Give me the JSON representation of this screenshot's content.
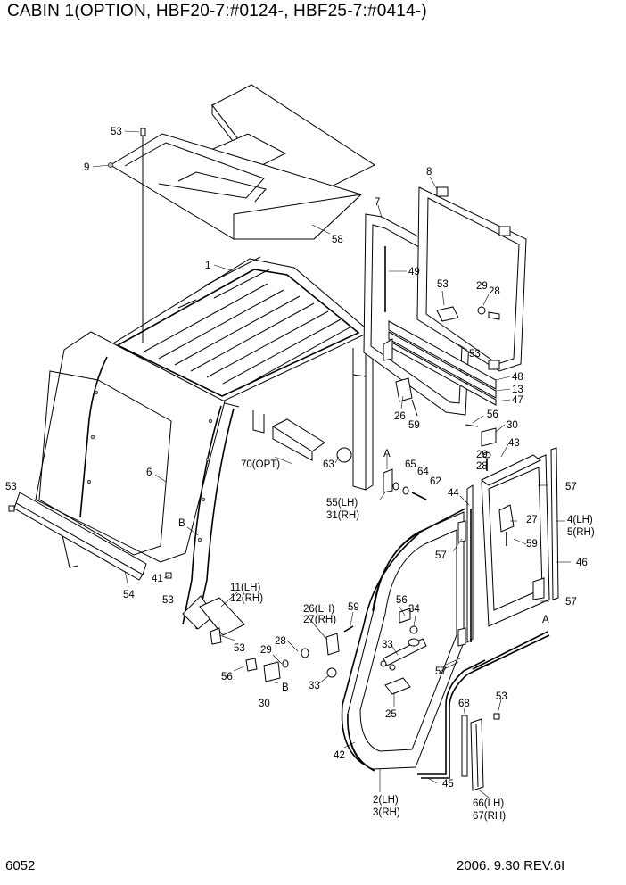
{
  "title": "CABIN 1(OPTION, HBF20-7:#0124-, HBF25-7:#0414-)",
  "footer": {
    "page_number": "6052",
    "date_revision": "2006. 9.30  REV.6I"
  },
  "callouts": [
    {
      "id": "c-53a",
      "text": "53"
    },
    {
      "id": "c-9",
      "text": "9"
    },
    {
      "id": "c-58",
      "text": "58"
    },
    {
      "id": "c-8",
      "text": "8"
    },
    {
      "id": "c-7",
      "text": "7"
    },
    {
      "id": "c-1",
      "text": "1"
    },
    {
      "id": "c-49",
      "text": "49"
    },
    {
      "id": "c-53b",
      "text": "53"
    },
    {
      "id": "c-29a",
      "text": "29"
    },
    {
      "id": "c-28a",
      "text": "28"
    },
    {
      "id": "c-53c",
      "text": "53"
    },
    {
      "id": "c-48",
      "text": "48"
    },
    {
      "id": "c-13",
      "text": "13"
    },
    {
      "id": "c-47",
      "text": "47"
    },
    {
      "id": "c-26a",
      "text": "26"
    },
    {
      "id": "c-59a",
      "text": "59"
    },
    {
      "id": "c-56a",
      "text": "56"
    },
    {
      "id": "c-30a",
      "text": "30"
    },
    {
      "id": "c-43",
      "text": "43"
    },
    {
      "id": "c-29b",
      "text": "29"
    },
    {
      "id": "c-28b",
      "text": "28"
    },
    {
      "id": "c-6",
      "text": "6"
    },
    {
      "id": "c-70",
      "text": "70(OPT)"
    },
    {
      "id": "c-63",
      "text": "63"
    },
    {
      "id": "c-Aa",
      "text": "A"
    },
    {
      "id": "c-65",
      "text": "65"
    },
    {
      "id": "c-64",
      "text": "64"
    },
    {
      "id": "c-62",
      "text": "62"
    },
    {
      "id": "c-44",
      "text": "44"
    },
    {
      "id": "c-57a",
      "text": "57"
    },
    {
      "id": "c-55",
      "text": "55(LH)"
    },
    {
      "id": "c-31",
      "text": "31(RH)"
    },
    {
      "id": "c-53d",
      "text": "53"
    },
    {
      "id": "c-27a",
      "text": "27"
    },
    {
      "id": "c-4",
      "text": "4(LH)"
    },
    {
      "id": "c-5",
      "text": "5(RH)"
    },
    {
      "id": "c-Ba",
      "text": "B"
    },
    {
      "id": "c-57b",
      "text": "57"
    },
    {
      "id": "c-59b",
      "text": "59"
    },
    {
      "id": "c-46",
      "text": "46"
    },
    {
      "id": "c-41",
      "text": "41"
    },
    {
      "id": "c-54",
      "text": "54"
    },
    {
      "id": "c-53e",
      "text": "53"
    },
    {
      "id": "c-11",
      "text": "11(LH)"
    },
    {
      "id": "c-12",
      "text": "12(RH)"
    },
    {
      "id": "c-26b",
      "text": "26(LH)"
    },
    {
      "id": "c-27b",
      "text": "27(RH)"
    },
    {
      "id": "c-59c",
      "text": "59"
    },
    {
      "id": "c-56b",
      "text": "56"
    },
    {
      "id": "c-34",
      "text": "34"
    },
    {
      "id": "c-57c",
      "text": "57"
    },
    {
      "id": "c-Ab",
      "text": "A"
    },
    {
      "id": "c-53f",
      "text": "53"
    },
    {
      "id": "c-28c",
      "text": "28"
    },
    {
      "id": "c-29c",
      "text": "29"
    },
    {
      "id": "c-33a",
      "text": "33"
    },
    {
      "id": "c-56c",
      "text": "56"
    },
    {
      "id": "c-Bb",
      "text": "B"
    },
    {
      "id": "c-33b",
      "text": "33"
    },
    {
      "id": "c-57d",
      "text": "57"
    },
    {
      "id": "c-30b",
      "text": "30"
    },
    {
      "id": "c-25",
      "text": "25"
    },
    {
      "id": "c-53g",
      "text": "53"
    },
    {
      "id": "c-68",
      "text": "68"
    },
    {
      "id": "c-42",
      "text": "42"
    },
    {
      "id": "c-45",
      "text": "45"
    },
    {
      "id": "c-2",
      "text": "2(LH)"
    },
    {
      "id": "c-3",
      "text": "3(RH)"
    },
    {
      "id": "c-66",
      "text": "66(LH)"
    },
    {
      "id": "c-67",
      "text": "67(RH)"
    }
  ]
}
